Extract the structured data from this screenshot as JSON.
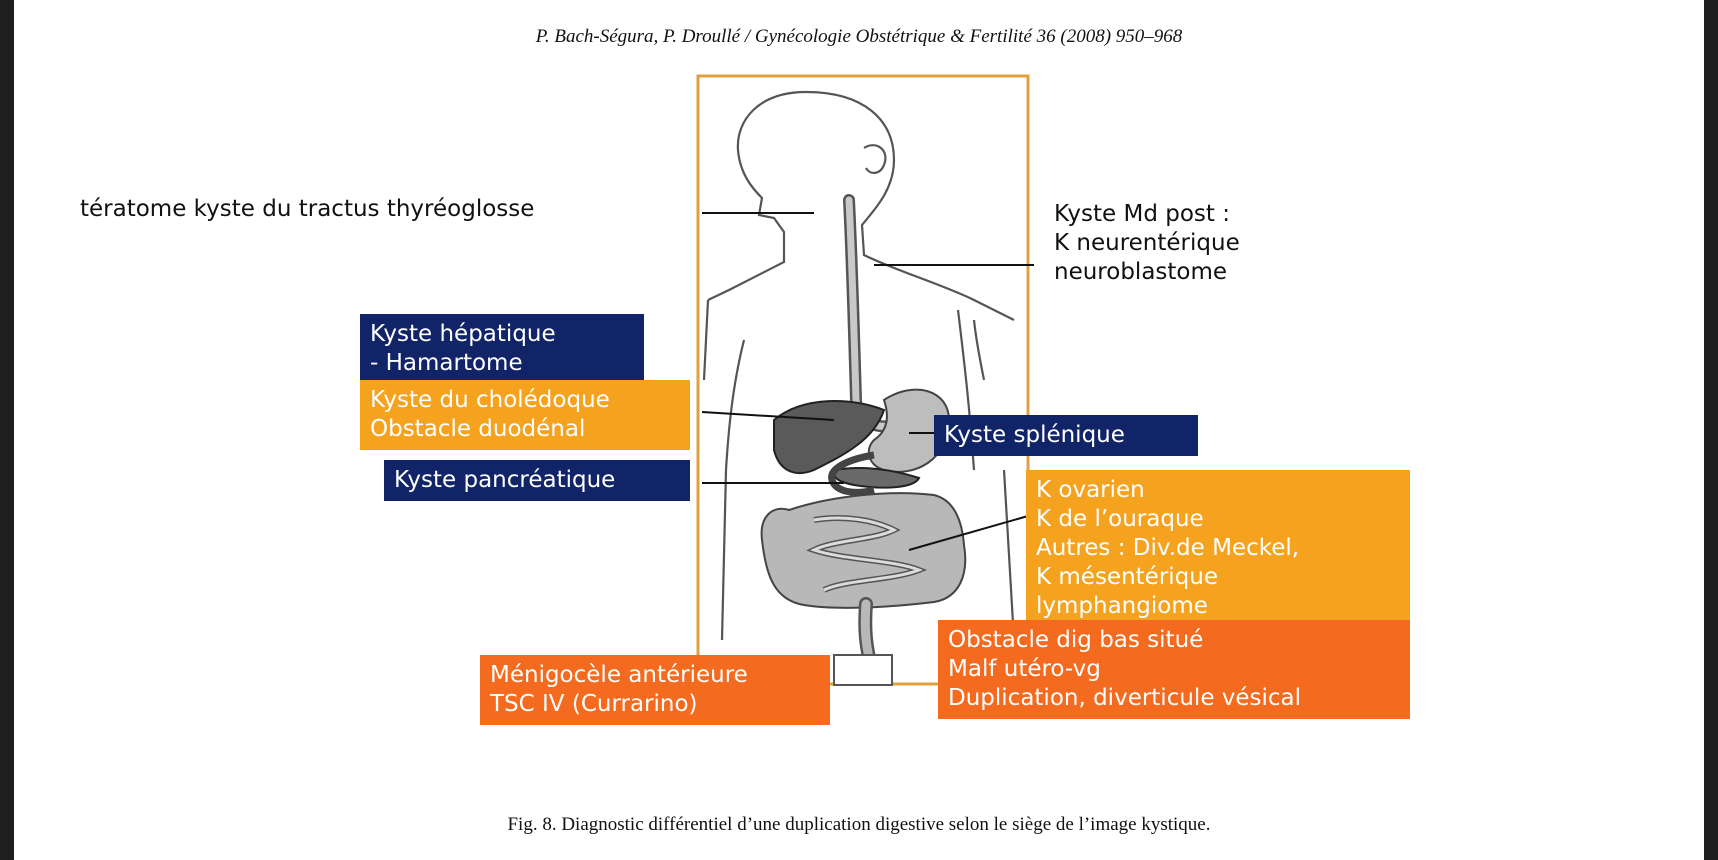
{
  "header": "P. Bach-Ségura, P. Droullé / Gynécologie Obstétrique & Fertilité 36 (2008) 950–968",
  "caption": "Fig. 8.  Diagnostic différentiel d’une duplication digestive selon le siège de l’image kystique.",
  "colors": {
    "navy": "#112468",
    "amber": "#f5a21f",
    "orange": "#f46a1e",
    "frame": "#e0a040"
  },
  "labels": {
    "thyreoglosse": "tératome kyste du tractus thyréoglosse",
    "mediastin": [
      "Kyste Md post :",
      "K neurentérique",
      "neuroblastome"
    ],
    "hepatique": [
      "Kyste hépatique",
      "- Hamartome"
    ],
    "choledoque": [
      "Kyste du cholédoque",
      "Obstacle duodénal"
    ],
    "pancreatique": "Kyste pancréatique",
    "splenique": "Kyste splénique",
    "ovarien": [
      "K ovarien",
      "K de l’ouraque",
      "Autres : Div.de Meckel,",
      "K mésentérique",
      "lymphangiome"
    ],
    "bas": [
      "Obstacle dig bas situé",
      "Malf utéro-vg",
      "Duplication, diverticule vésical"
    ],
    "meningocele": [
      "Ménigocèle antérieure",
      "TSC IV (Currarino)"
    ]
  }
}
